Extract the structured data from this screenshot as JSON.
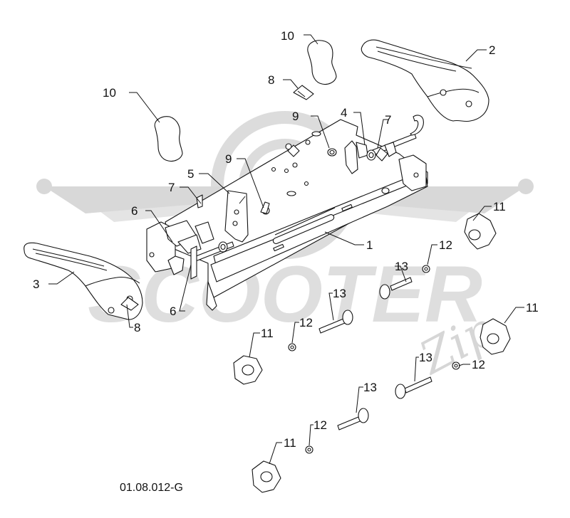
{
  "watermark": {
    "text": "SCOOTER",
    "script": "Zip"
  },
  "drawing_code": "01.08.012-G",
  "callouts": {
    "c10a": "10",
    "c10b": "10",
    "c8a": "8",
    "c2": "2",
    "c4": "4",
    "c9a": "9",
    "c7a": "7",
    "c9b": "9",
    "c5": "5",
    "c7b": "7",
    "c6a": "6",
    "c1": "1",
    "c11a": "11",
    "c12a": "12",
    "c13a": "13",
    "c3": "3",
    "c13b": "13",
    "c6b": "6",
    "c8b": "8",
    "c11b": "11",
    "c12b": "12",
    "c11c": "11",
    "c13c": "13",
    "c12c": "12",
    "c13d": "13",
    "c12d": "12",
    "c11d": "11"
  },
  "colors": {
    "line": "#111111",
    "watermark": "#d8d8d8",
    "paper": "#ffffff"
  }
}
